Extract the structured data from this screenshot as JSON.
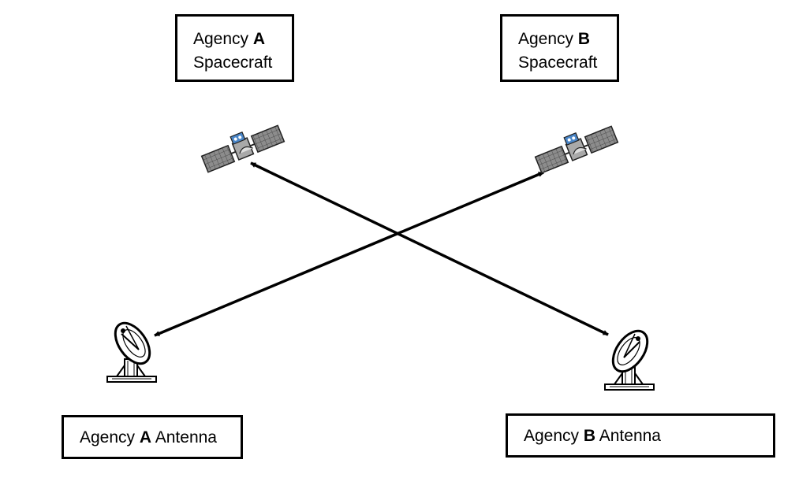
{
  "labels": {
    "agency_a_spacecraft": {
      "prefix": "Agency ",
      "letter": "A",
      "line2": "Spacecraft"
    },
    "agency_b_spacecraft": {
      "prefix": "Agency ",
      "letter": "B",
      "line2": "Spacecraft"
    },
    "agency_a_antenna": {
      "prefix": "Agency ",
      "letter": "A",
      "suffix": " Antenna"
    },
    "agency_b_antenna": {
      "prefix": "Agency ",
      "letter": "B",
      "suffix": " Antenna"
    }
  },
  "icons": {
    "spacecraft": "satellite-icon",
    "antenna": "satellite-dish-icon"
  },
  "links": [
    {
      "from": "Agency A Spacecraft",
      "to": "Agency B Antenna",
      "direction": "bidirectional"
    },
    {
      "from": "Agency B Spacecraft",
      "to": "Agency A Antenna",
      "direction": "bidirectional"
    }
  ],
  "colors": {
    "line": "#000000",
    "panel": "#8c8c8c",
    "body": "#a9a9a9",
    "sensor": "#4a86c8"
  }
}
